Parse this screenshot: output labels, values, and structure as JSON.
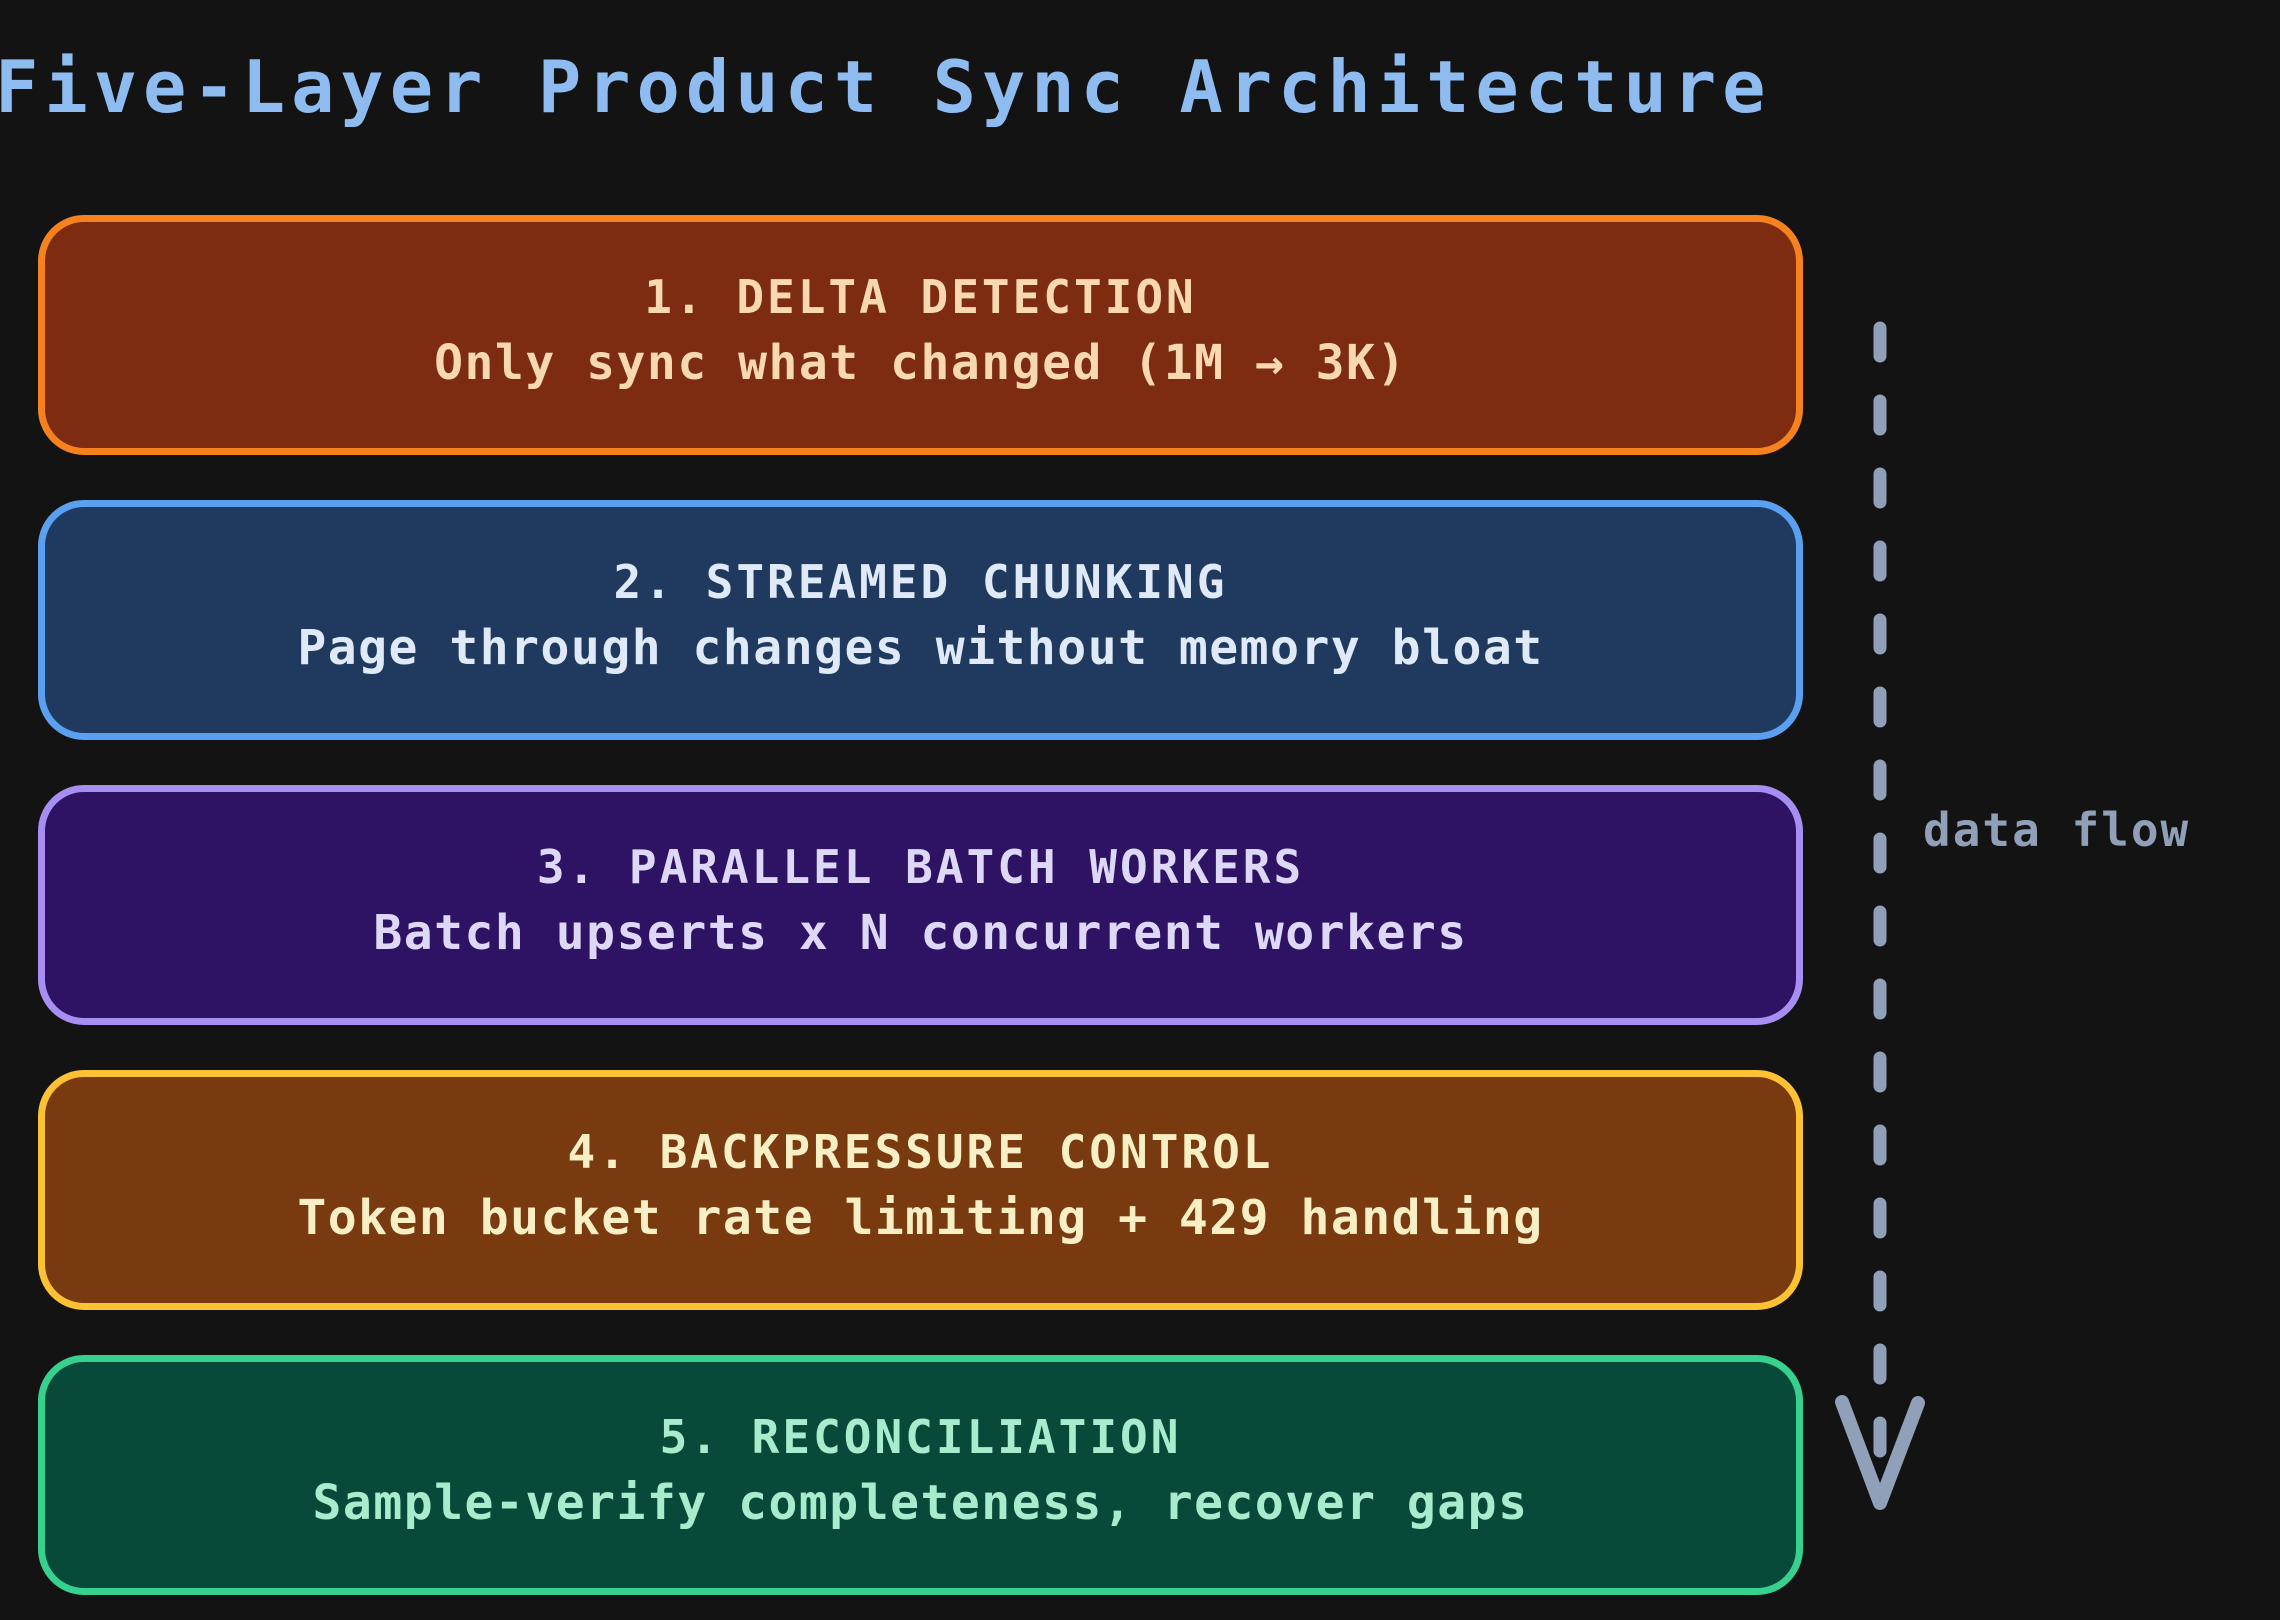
{
  "title": "Five-Layer Product Sync Architecture",
  "title_color": "#8fbcf0",
  "background_color": "#131313",
  "layers": [
    {
      "heading": "1. DELTA DETECTION",
      "subtitle": "Only sync what changed (1M → 3K)",
      "border_color": "#f5821f",
      "fill_color": "#7d2c12",
      "text_color": "#f8d8b0"
    },
    {
      "heading": "2. STREAMED CHUNKING",
      "subtitle": "Page through changes without memory bloat",
      "border_color": "#5aa0f0",
      "fill_color": "#1f3a5e",
      "text_color": "#dfe9f7"
    },
    {
      "heading": "3. PARALLEL BATCH WORKERS",
      "subtitle": "Batch upserts x N concurrent workers",
      "border_color": "#a78ef2",
      "fill_color": "#2e1263",
      "text_color": "#ded8f7"
    },
    {
      "heading": "4. BACKPRESSURE CONTROL",
      "subtitle": "Token bucket rate limiting + 429 handling",
      "border_color": "#fcc233",
      "fill_color": "#7a3a10",
      "text_color": "#f8efc5"
    },
    {
      "heading": "5. RECONCILIATION",
      "subtitle": "Sample-verify completeness, recover gaps",
      "border_color": "#36d18e",
      "fill_color": "#084a39",
      "text_color": "#a9ebcd"
    }
  ],
  "data_flow": {
    "label": "data flow",
    "color": "#8fa0b8"
  }
}
